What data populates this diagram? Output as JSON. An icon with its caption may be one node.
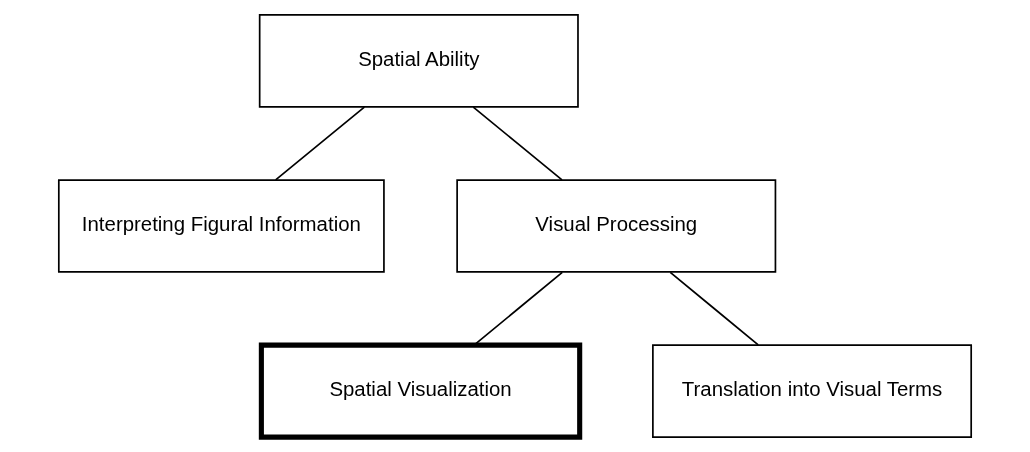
{
  "diagram": {
    "nodes": [
      {
        "text": [
          "Spatial Ability"
        ]
      },
      {
        "text": [
          "Interpreting Figural Information"
        ]
      },
      {
        "text": [
          "Visual Processing"
        ]
      },
      {
        "text": [
          "Spatial Visualization"
        ]
      },
      {
        "text": [
          "Translation into Visual Terms"
        ]
      }
    ],
    "edges": [
      {
        "from": 0,
        "to": 1,
        "arrow": "none"
      },
      {
        "from": 0,
        "to": 2,
        "arrow": "none"
      },
      {
        "from": 2,
        "to": 3,
        "arrow": "none"
      },
      {
        "from": 2,
        "to": 4,
        "arrow": "none"
      }
    ]
  }
}
